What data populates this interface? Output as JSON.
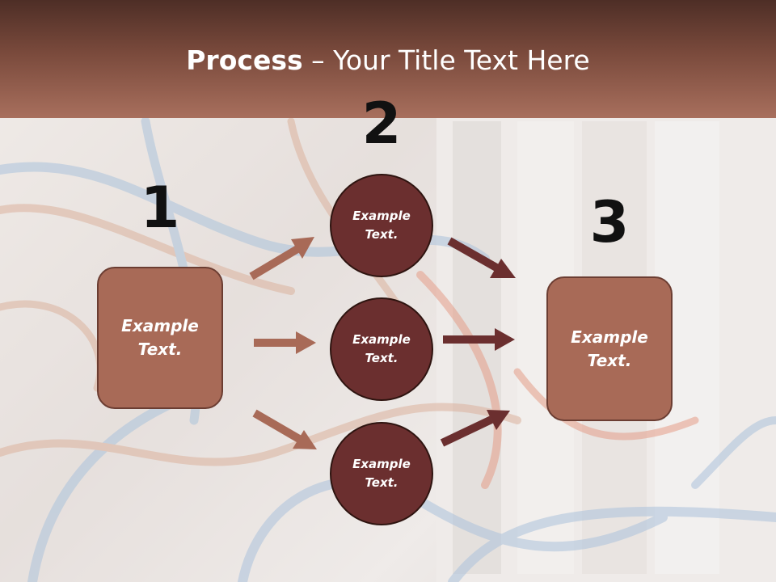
{
  "slide": {
    "title_bold": "Process",
    "title_rest": " – Your Title Text Here",
    "steps": [
      {
        "number": "1",
        "text_line1": "Example",
        "text_line2": "Text."
      },
      {
        "number": "2",
        "items": [
          {
            "line1": "Example",
            "line2": "Text."
          },
          {
            "line1": "Example",
            "line2": "Text."
          },
          {
            "line1": "Example",
            "line2": "Text."
          }
        ]
      },
      {
        "number": "3",
        "text_line1": "Example",
        "text_line2": "Text."
      }
    ]
  },
  "colors": {
    "header_dark": "#4e2e26",
    "header_light": "#a86f5d",
    "box_fill": "#a86a57",
    "circle_fill": "#6b2f2f",
    "arrow_light": "#a86a57",
    "arrow_dark": "#6b2f2f"
  }
}
